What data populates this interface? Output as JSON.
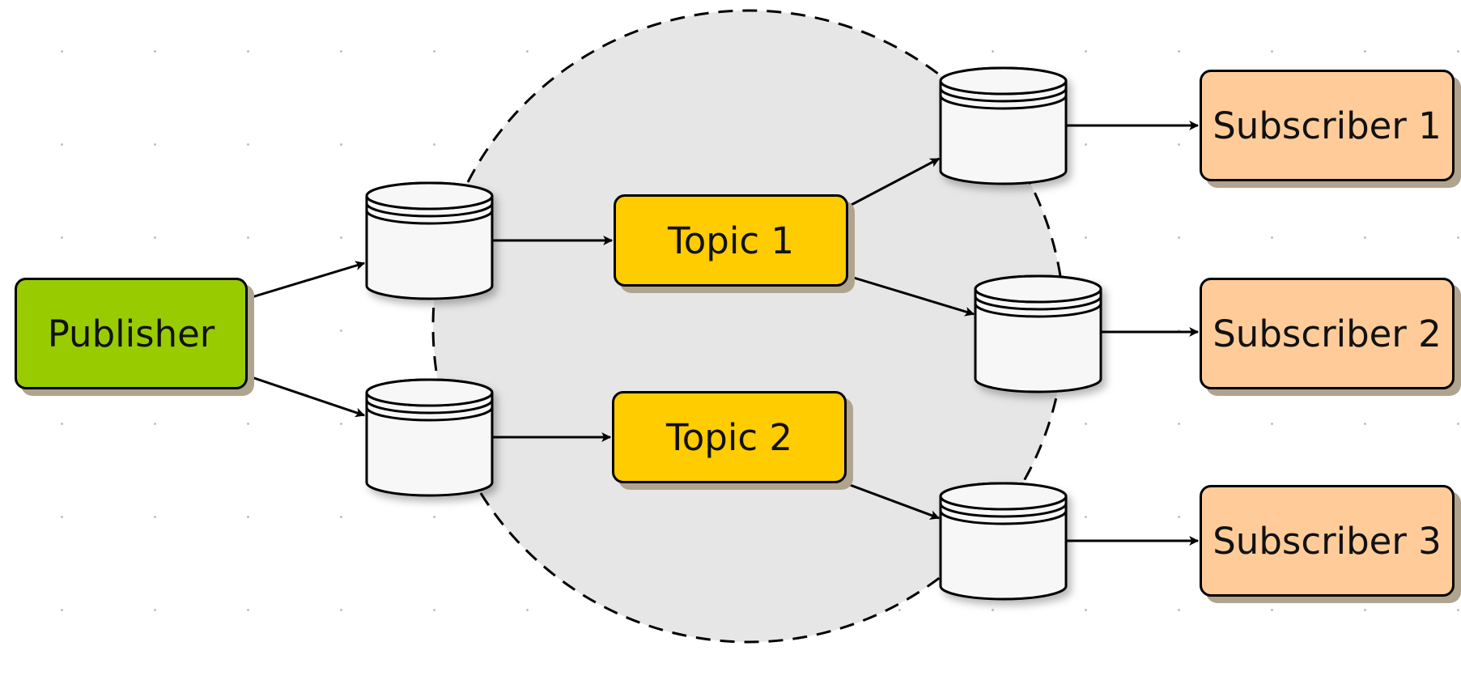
{
  "diagram": {
    "publisher": {
      "label": "Publisher",
      "color": "#99cc00"
    },
    "topics": [
      {
        "label": "Topic 1",
        "color": "#ffcc00"
      },
      {
        "label": "Topic 2",
        "color": "#ffcc00"
      }
    ],
    "subscribers": [
      {
        "label": "Subscriber 1",
        "color": "#ffcc99"
      },
      {
        "label": "Subscriber 2",
        "color": "#ffcc99"
      },
      {
        "label": "Subscriber 3",
        "color": "#ffcc99"
      }
    ],
    "broker_region_color": "#e6e6e6",
    "queue_color": "#f7f7f7",
    "edges": [
      [
        "publisher",
        "queue-pub-1"
      ],
      [
        "publisher",
        "queue-pub-2"
      ],
      [
        "queue-pub-1",
        "topic-1"
      ],
      [
        "queue-pub-2",
        "topic-2"
      ],
      [
        "topic-1",
        "queue-sub-1"
      ],
      [
        "topic-1",
        "queue-sub-2"
      ],
      [
        "topic-2",
        "queue-sub-3"
      ],
      [
        "queue-sub-1",
        "subscriber-1"
      ],
      [
        "queue-sub-2",
        "subscriber-2"
      ],
      [
        "queue-sub-3",
        "subscriber-3"
      ]
    ]
  }
}
